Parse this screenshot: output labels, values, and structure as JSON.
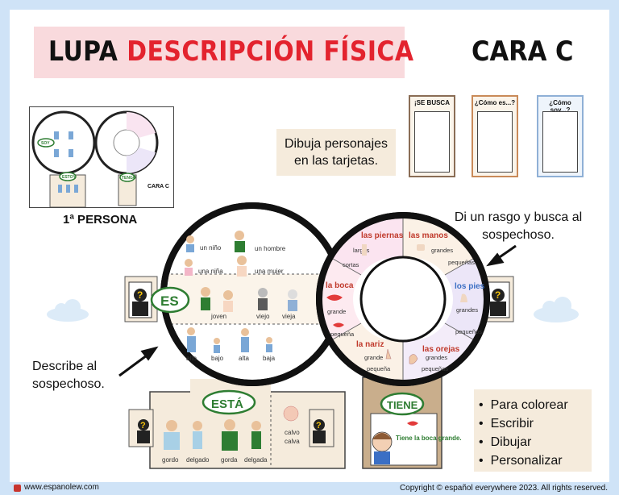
{
  "header": {
    "title_part1": "LUPA",
    "title_part2": "DESCRIPCIÓN FÍSICA",
    "side": "CARA C"
  },
  "thumbnail": {
    "caption": "1ª PERSONA",
    "labels": [
      "SOY",
      "ESTOY",
      "TENGO",
      "CARA C"
    ]
  },
  "cards": {
    "instruction": "Dibuja personajes en las tarjetas.",
    "titles": [
      "¡SE BUSCA",
      "¿Cómo es...?",
      "¿Cómo soy...?"
    ]
  },
  "hint_right": "Di un rasgo y busca al sospechoso.",
  "hint_left": "Describe al sospechoso.",
  "es_lens": {
    "badge": "ES",
    "top_row": [
      "un niño",
      "un hombre",
      "una niña",
      "una mujer"
    ],
    "mid_row": [
      "joven",
      "viejo",
      "vieja"
    ],
    "bottom_row": [
      "alto",
      "bajo",
      "alta",
      "baja"
    ]
  },
  "esta_panel": {
    "badge": "ESTÁ",
    "labels": [
      "gordo",
      "delgado",
      "gorda",
      "delgada"
    ],
    "right_labels": [
      "calvo",
      "calva"
    ]
  },
  "tiene_wheel": {
    "segments": [
      {
        "title": "las piernas",
        "items": [
          "largas",
          "cortas"
        ]
      },
      {
        "title": "las manos",
        "items": [
          "grandes",
          "pequeñas"
        ]
      },
      {
        "title": "los pies",
        "items": [
          "grandes",
          "pequeños"
        ]
      },
      {
        "title": "las orejas",
        "items": [
          "grandes",
          "pequeñas"
        ]
      },
      {
        "title": "la nariz",
        "items": [
          "grande",
          "pequeña"
        ]
      },
      {
        "title": "la boca",
        "items": [
          "grande",
          "pequeña"
        ]
      }
    ]
  },
  "tiene_panel": {
    "badge": "TIENE",
    "speech": "Tiene la boca grande."
  },
  "activities": [
    "Para colorear",
    "Escribir",
    "Dibujar",
    "Personalizar"
  ],
  "footer": {
    "website": "www.espanolew.com",
    "copyright": "Copyright © español everywhere 2023. All rights reserved."
  },
  "colors": {
    "background": "#cfe3f7",
    "title_red": "#e3232e",
    "title_box": "#f9dadd",
    "badge_green": "#2e7d32",
    "beige": "#f5ebdc"
  }
}
